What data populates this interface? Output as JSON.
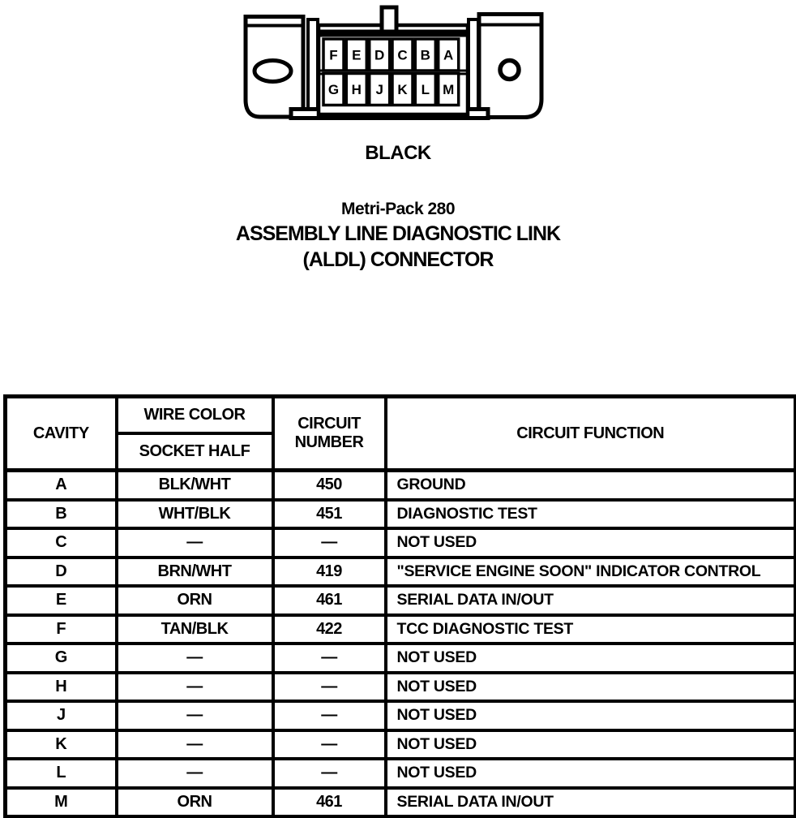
{
  "colors": {
    "ink": "#000000",
    "paper": "#ffffff"
  },
  "connector": {
    "color_label": "BLACK",
    "pins_top": [
      "F",
      "E",
      "D",
      "C",
      "B",
      "A"
    ],
    "pins_bottom": [
      "G",
      "H",
      "J",
      "K",
      "L",
      "M"
    ]
  },
  "title": {
    "line1": "Metri-Pack 280",
    "line2": "ASSEMBLY LINE DIAGNOSTIC LINK",
    "line3": "(ALDL) CONNECTOR"
  },
  "table": {
    "headers": {
      "cavity": "CAVITY",
      "wire_color": "WIRE COLOR",
      "socket_half": "SOCKET HALF",
      "circuit_number_line1": "CIRCUIT",
      "circuit_number_line2": "NUMBER",
      "circuit_function": "CIRCUIT FUNCTION"
    },
    "rows": [
      {
        "cavity": "A",
        "wire_color": "BLK/WHT",
        "circuit_number": "450",
        "circuit_function": "GROUND"
      },
      {
        "cavity": "B",
        "wire_color": "WHT/BLK",
        "circuit_number": "451",
        "circuit_function": "DIAGNOSTIC TEST"
      },
      {
        "cavity": "C",
        "wire_color": "—",
        "circuit_number": "—",
        "circuit_function": "NOT USED"
      },
      {
        "cavity": "D",
        "wire_color": "BRN/WHT",
        "circuit_number": "419",
        "circuit_function": "\"SERVICE ENGINE SOON\" INDICATOR CONTROL"
      },
      {
        "cavity": "E",
        "wire_color": "ORN",
        "circuit_number": "461",
        "circuit_function": "SERIAL DATA IN/OUT"
      },
      {
        "cavity": "F",
        "wire_color": "TAN/BLK",
        "circuit_number": "422",
        "circuit_function": "TCC DIAGNOSTIC TEST"
      },
      {
        "cavity": "G",
        "wire_color": "—",
        "circuit_number": "—",
        "circuit_function": "NOT USED"
      },
      {
        "cavity": "H",
        "wire_color": "—",
        "circuit_number": "—",
        "circuit_function": "NOT USED"
      },
      {
        "cavity": "J",
        "wire_color": "—",
        "circuit_number": "—",
        "circuit_function": "NOT USED"
      },
      {
        "cavity": "K",
        "wire_color": "—",
        "circuit_number": "—",
        "circuit_function": "NOT USED"
      },
      {
        "cavity": "L",
        "wire_color": "—",
        "circuit_number": "—",
        "circuit_function": "NOT USED"
      },
      {
        "cavity": "M",
        "wire_color": "ORN",
        "circuit_number": "461",
        "circuit_function": "SERIAL DATA IN/OUT"
      }
    ]
  }
}
